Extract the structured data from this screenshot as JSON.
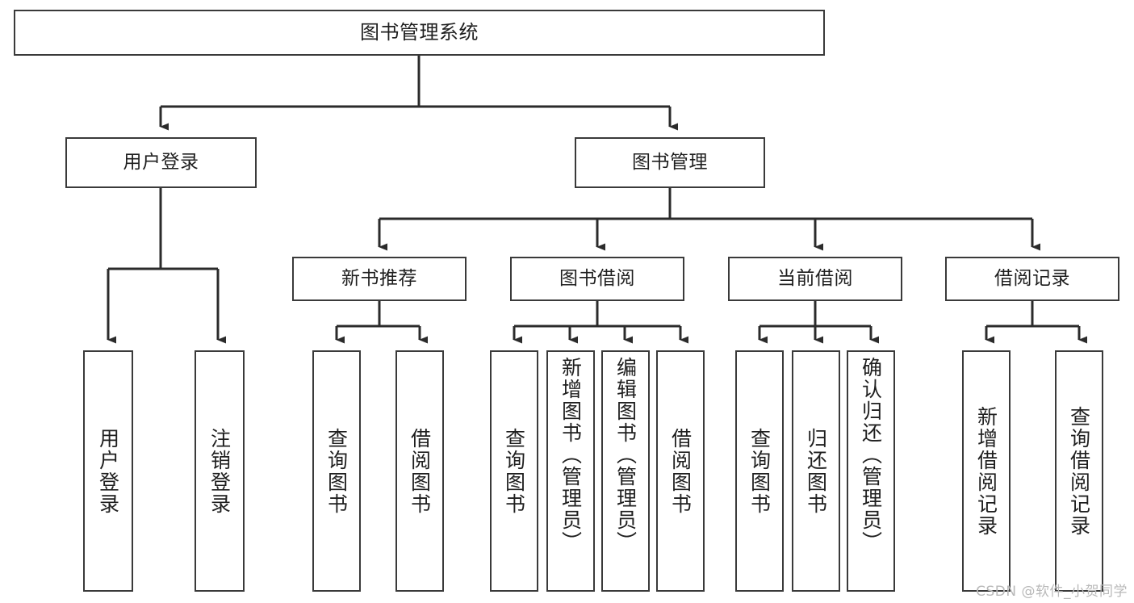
{
  "diagram": {
    "title": "图书管理系统",
    "type": "tree",
    "style": {
      "box_stroke": "#3a3a3a",
      "box_fill": "#ffffff",
      "edge_stroke": "#2b2b2b",
      "background": "#ffffff",
      "text_color": "#1f1f1f"
    },
    "nodes": {
      "root": {
        "label": "图书管理系统",
        "orientation": "horizontal"
      },
      "level2": [
        {
          "id": "user-login",
          "label": "用户登录",
          "orientation": "horizontal"
        },
        {
          "id": "book-manage",
          "label": "图书管理",
          "orientation": "horizontal"
        }
      ],
      "level3": [
        {
          "id": "new-book-recommend",
          "label": "新书推荐",
          "orientation": "horizontal"
        },
        {
          "id": "book-borrow",
          "label": "图书借阅",
          "orientation": "horizontal"
        },
        {
          "id": "current-borrow",
          "label": "当前借阅",
          "orientation": "horizontal"
        },
        {
          "id": "borrow-record",
          "label": "借阅记录",
          "orientation": "horizontal"
        }
      ],
      "leaves": [
        {
          "id": "leaf-user-login",
          "label": "用户登录",
          "orientation": "vertical",
          "parent": "user-login"
        },
        {
          "id": "leaf-user-logout",
          "label": "注销登录",
          "orientation": "vertical",
          "parent": "user-login"
        },
        {
          "id": "leaf-query-book-1",
          "label": "查询图书",
          "orientation": "vertical",
          "parent": "new-book-recommend"
        },
        {
          "id": "leaf-borrow-book-1",
          "label": "借阅图书",
          "orientation": "vertical",
          "parent": "new-book-recommend"
        },
        {
          "id": "leaf-query-book-2",
          "label": "查询图书",
          "orientation": "vertical",
          "parent": "book-borrow"
        },
        {
          "id": "leaf-add-book",
          "label": "新增图书（管理员）",
          "orientation": "vertical",
          "parent": "book-borrow"
        },
        {
          "id": "leaf-edit-book",
          "label": "编辑图书（管理员）",
          "orientation": "vertical",
          "parent": "book-borrow"
        },
        {
          "id": "leaf-borrow-book-2",
          "label": "借阅图书",
          "orientation": "vertical",
          "parent": "book-borrow"
        },
        {
          "id": "leaf-query-book-3",
          "label": "查询图书",
          "orientation": "vertical",
          "parent": "current-borrow"
        },
        {
          "id": "leaf-return-book",
          "label": "归还图书",
          "orientation": "vertical",
          "parent": "current-borrow"
        },
        {
          "id": "leaf-confirm-return",
          "label": "确认归还（管理员）",
          "orientation": "vertical",
          "parent": "current-borrow"
        },
        {
          "id": "leaf-add-record",
          "label": "新增借阅记录",
          "orientation": "vertical",
          "parent": "borrow-record"
        },
        {
          "id": "leaf-query-record",
          "label": "查询借阅记录",
          "orientation": "vertical",
          "parent": "borrow-record"
        }
      ]
    }
  },
  "watermark": {
    "text": "CSDN @软件_小贺同学"
  }
}
